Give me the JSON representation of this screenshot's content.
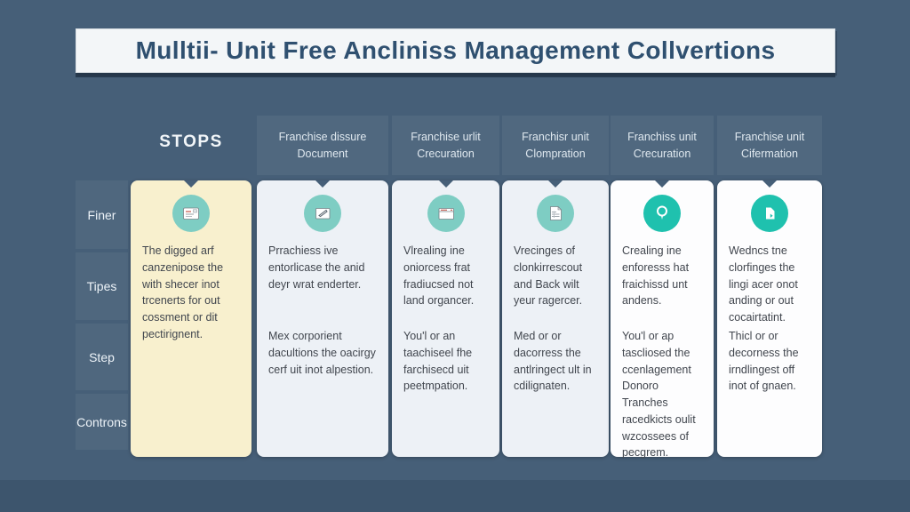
{
  "title": "Mulltii- Unit Free Ancliniss Management Collvertions",
  "stops_label": "STOPS",
  "rows": [
    {
      "label": "Finer"
    },
    {
      "label": "Tipes"
    },
    {
      "label": "Step"
    },
    {
      "label": "Controns"
    }
  ],
  "headers": [
    {
      "label": "Franchise dissure\nDocument"
    },
    {
      "label": "Franchise urlit\nCrecuration"
    },
    {
      "label": "Franchisr unit\nClompration"
    },
    {
      "label": "Franchiss unit\nCrecuration"
    },
    {
      "label": "Franchise unit\nCifermation"
    }
  ],
  "cards": [
    {
      "icon": "id-card-icon",
      "p1": "The digged arf canzenipose the with shecer inot trcenerts for out cossment or dit pectirignent."
    },
    {
      "icon": "edit-document-icon",
      "p1": "Prrachiess ive entorlicase the anid deyr wrat enderter.",
      "p2": "Mex corporient dacultions the oacirgy cerf uit inot alpestion."
    },
    {
      "icon": "browser-window-icon",
      "p1": "Vlrealing ine oniorcess frat fradiucsed not land organcer.",
      "p2": "You'l or an taachiseel fhe farchisecd uit peetmpation."
    },
    {
      "icon": "spreadsheet-icon",
      "p1": "Vrecinges of clonkirrescout and Back wilt yeur ragercer.",
      "p2": "Med or or dacorress the antlringect ult in cdilignaten."
    },
    {
      "icon": "location-pin-icon",
      "p1": "Crealing ine enforesss hat fraichissd unt andens.",
      "p2": "You'l or ap tascliosed the ccenlagement Donoro Tranches racedkicts oulit wzcossees of pecgrem."
    },
    {
      "icon": "cursor-file-icon",
      "p1": "Wedncs tne clorfinges the lingi acer onot anding or out cocairtatint.",
      "p2": "Thicl or or decorness the irndlingest off inot of gnaen."
    }
  ],
  "colors": {
    "background": "#465F78",
    "title_text": "#2F5070",
    "title_bar_bg": "#F3F6F8",
    "title_bar_shadow": "#223447",
    "header_text": "#DFE8EF",
    "row_label_text": "#EDF3F8",
    "card_cream_bg": "#F8F0CE",
    "card_gray_bg": "#EDF1F6",
    "card_white_bg": "#FDFDFE",
    "card_text": "#41464E",
    "teal_light": "#7ECDC3",
    "teal_solid": "#1FC1AE"
  }
}
